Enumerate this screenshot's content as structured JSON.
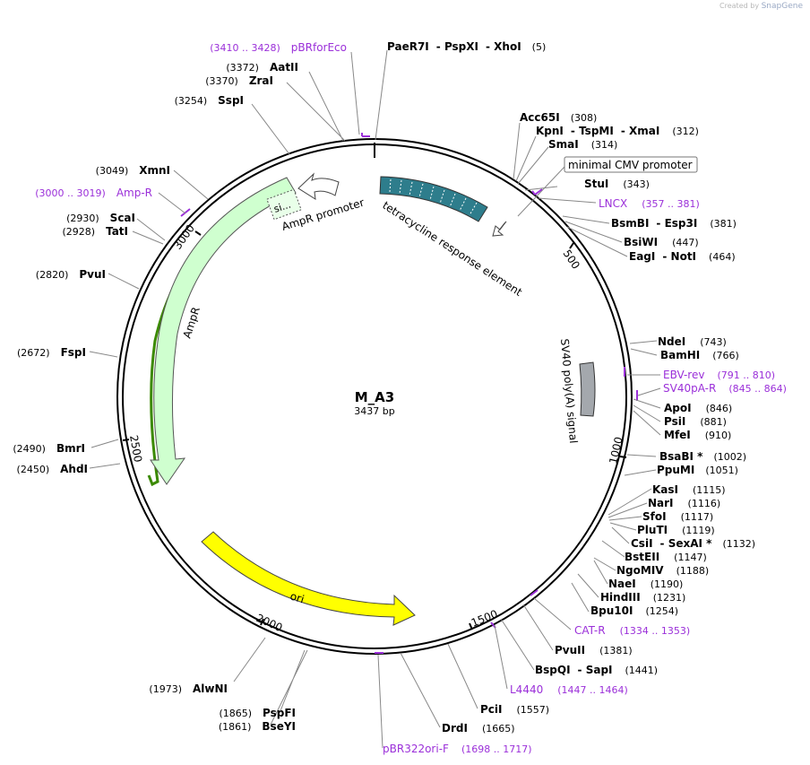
{
  "credit": {
    "prefix": "Created by",
    "brand": "SnapGene"
  },
  "title": "M_A3",
  "size_label": "3437 bp",
  "ticks": [
    "500",
    "1000",
    "1500",
    "2000",
    "2500",
    "3000"
  ],
  "enzymes": [
    {
      "parts": [
        "PaeR7I",
        "PspXI",
        "XhoI"
      ],
      "pos": "(5)"
    },
    {
      "parts": [
        "Acc65I"
      ],
      "pos": "(308)"
    },
    {
      "parts": [
        "KpnI",
        "TspMI",
        "XmaI"
      ],
      "pos": "(312)"
    },
    {
      "parts": [
        "SmaI"
      ],
      "pos": "(314)"
    },
    {
      "parts": [
        "StuI"
      ],
      "pos": "(343)"
    },
    {
      "parts": [
        "BsmBI",
        "Esp3I"
      ],
      "pos": "(381)"
    },
    {
      "parts": [
        "BsiWI"
      ],
      "pos": "(447)"
    },
    {
      "parts": [
        "EagI",
        "NotI"
      ],
      "pos": "(464)"
    },
    {
      "parts": [
        "NdeI"
      ],
      "pos": "(743)"
    },
    {
      "parts": [
        "BamHI"
      ],
      "pos": "(766)"
    },
    {
      "parts": [
        "ApoI"
      ],
      "pos": "(846)"
    },
    {
      "parts": [
        "PsiI"
      ],
      "pos": "(881)"
    },
    {
      "parts": [
        "MfeI"
      ],
      "pos": "(910)"
    },
    {
      "parts": [
        "BsaBI *"
      ],
      "pos": "(1002)"
    },
    {
      "parts": [
        "PpuMI"
      ],
      "pos": "(1051)"
    },
    {
      "parts": [
        "KasI"
      ],
      "pos": "(1115)"
    },
    {
      "parts": [
        "NarI"
      ],
      "pos": "(1116)"
    },
    {
      "parts": [
        "SfoI"
      ],
      "pos": "(1117)"
    },
    {
      "parts": [
        "PluTI"
      ],
      "pos": "(1119)"
    },
    {
      "parts": [
        "CsiI",
        "SexAI *"
      ],
      "pos": "(1132)"
    },
    {
      "parts": [
        "BstEII"
      ],
      "pos": "(1147)"
    },
    {
      "parts": [
        "NgoMIV"
      ],
      "pos": "(1188)"
    },
    {
      "parts": [
        "NaeI"
      ],
      "pos": "(1190)"
    },
    {
      "parts": [
        "HindIII"
      ],
      "pos": "(1231)"
    },
    {
      "parts": [
        "Bpu10I"
      ],
      "pos": "(1254)"
    },
    {
      "parts": [
        "PvuII"
      ],
      "pos": "(1381)"
    },
    {
      "parts": [
        "BspQI",
        "SapI"
      ],
      "pos": "(1441)"
    },
    {
      "parts": [
        "PciI"
      ],
      "pos": "(1557)"
    },
    {
      "parts": [
        "DrdI"
      ],
      "pos": "(1665)"
    },
    {
      "parts": [
        "BseYI"
      ],
      "pos": "(1861)"
    },
    {
      "parts": [
        "PspFI"
      ],
      "pos": "(1865)"
    },
    {
      "parts": [
        "AlwNI"
      ],
      "pos": "(1973)"
    },
    {
      "parts": [
        "AhdI"
      ],
      "pos": "(2450)"
    },
    {
      "parts": [
        "BmrI"
      ],
      "pos": "(2490)"
    },
    {
      "parts": [
        "FspI"
      ],
      "pos": "(2672)"
    },
    {
      "parts": [
        "PvuI"
      ],
      "pos": "(2820)"
    },
    {
      "parts": [
        "TatI"
      ],
      "pos": "(2928)"
    },
    {
      "parts": [
        "ScaI"
      ],
      "pos": "(2930)"
    },
    {
      "parts": [
        "XmnI"
      ],
      "pos": "(3049)"
    },
    {
      "parts": [
        "SspI"
      ],
      "pos": "(3254)"
    },
    {
      "parts": [
        "ZraI"
      ],
      "pos": "(3370)"
    },
    {
      "parts": [
        "AatII"
      ],
      "pos": "(3372)"
    }
  ],
  "primers": [
    {
      "name": "pBRforEco",
      "pos": "(3410 .. 3428)"
    },
    {
      "name": "LNCX",
      "pos": "(357 .. 381)"
    },
    {
      "name": "EBV-rev",
      "pos": "(791 .. 810)"
    },
    {
      "name": "SV40pA-R",
      "pos": "(845 .. 864)"
    },
    {
      "name": "CAT-R",
      "pos": "(1334 .. 1353)"
    },
    {
      "name": "L4440",
      "pos": "(1447 .. 1464)"
    },
    {
      "name": "pBR322ori-F",
      "pos": "(1698 .. 1717)"
    },
    {
      "name": "Amp-R",
      "pos": "(3000 .. 3019)"
    }
  ],
  "features": {
    "minimal_cmv": "minimal CMV promoter",
    "tre": "tetracycline response element",
    "sv40": "SV40 poly(A) signal",
    "ori": "ori",
    "ampr": "AmpR",
    "ampr_promoter": "AmpR promoter",
    "signal": "si..."
  },
  "colors": {
    "primer": "#9b30d9",
    "tre": "#2e7d8c",
    "sv40": "#a4a8ad",
    "ori": "#ffff00",
    "ampr": "#cfffcf",
    "ampr_highlight": "#3b8a00"
  }
}
